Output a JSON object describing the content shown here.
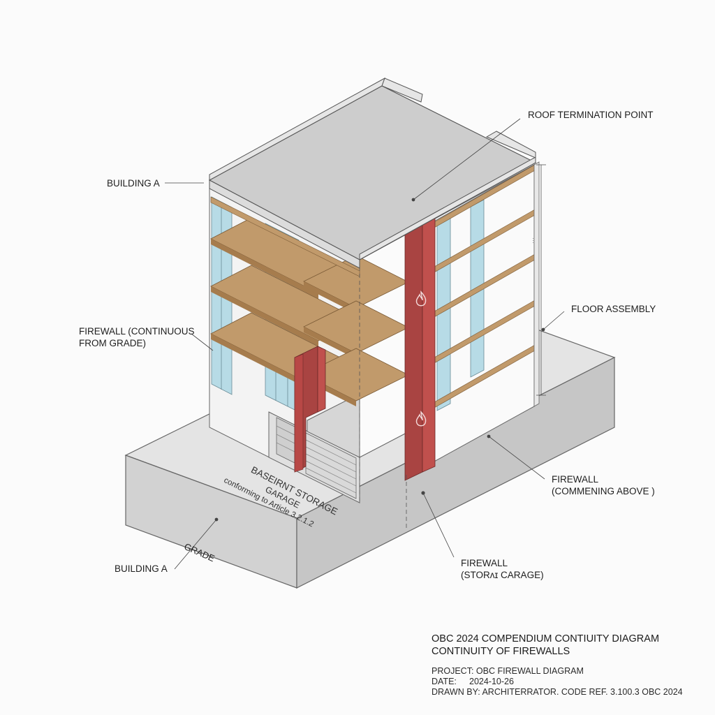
{
  "labels": {
    "roof_termination": "ROOF TERMINATION POINT",
    "building_a_top": "BUILDING A",
    "firewall_continuous_line1": "FIREWALL (CONTINUOUS",
    "firewall_continuous_line2": "FROM GRADE)",
    "floor_assembly": "FLOOR ASSEMBLY",
    "firewall_commencing_line1": "FIREWALL",
    "firewall_commencing_line2": "(COMMENING ABOVE )",
    "firewall_storm_line1": "FIREWALL",
    "firewall_storm_line2": "(STORʌɪ CARAGE)",
    "building_a_bottom": "BUILDING A",
    "grade": "GRADE",
    "dimension": "···"
  },
  "slab_text": {
    "line1": "BASEIRNT STORAGE",
    "line2": "GARAGE",
    "line3": "conforming to Article 3.2.1.2"
  },
  "title_block": {
    "title_line1": "OBC 2024 COMPENDIUM CONTIUITY DIAGRAM",
    "title_line2": "CONTINUITY OF FIREWALLS",
    "project_label": "PROJECT:",
    "project_value": "OBC FIREWALL DIAGRAM",
    "date_label": "DATE:",
    "date_value": "2024-10-26",
    "drawn_by": "DRAWN BY: ARCHITERRATOR.  CODE REF. 3.100.3 OBC 2024"
  },
  "colors": {
    "concrete": "#d9d9d9",
    "roof": "#cfcfcf",
    "floor_wood": "#c19a6b",
    "firewall_red": "#c0504d",
    "glass": "#a8d4e0",
    "line": "#555555"
  }
}
